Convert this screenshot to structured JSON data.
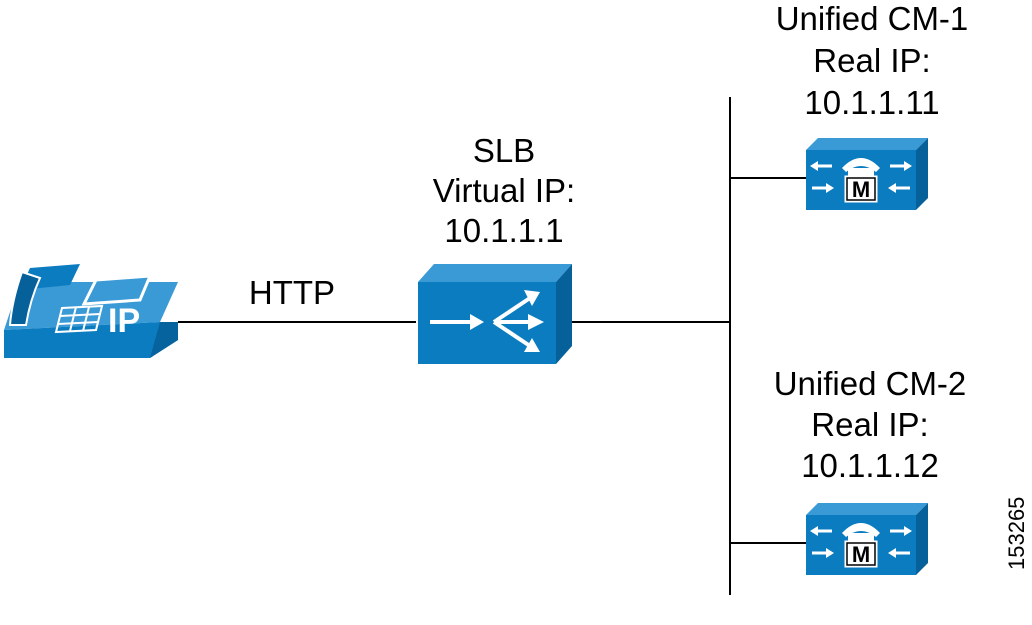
{
  "colors": {
    "device_front": "#0b7cc0",
    "device_top": "#3a9ad6",
    "device_side": "#06609a",
    "line": "#000000",
    "glyph": "#ffffff"
  },
  "phone": {
    "icon": "ip-phone-icon",
    "badge": "IP"
  },
  "link_label": "HTTP",
  "slb": {
    "icon": "load-balancer-icon",
    "lines": [
      "SLB",
      "Virtual IP:",
      "10.1.1.1"
    ]
  },
  "servers": [
    {
      "icon": "call-manager-icon",
      "badge": "M",
      "lines": [
        "Unified CM-1",
        "Real IP:",
        "10.1.1.11"
      ]
    },
    {
      "icon": "call-manager-icon",
      "badge": "M",
      "lines": [
        "Unified CM-2",
        "Real IP:",
        "10.1.1.12"
      ]
    }
  ],
  "figure_number": "153265"
}
